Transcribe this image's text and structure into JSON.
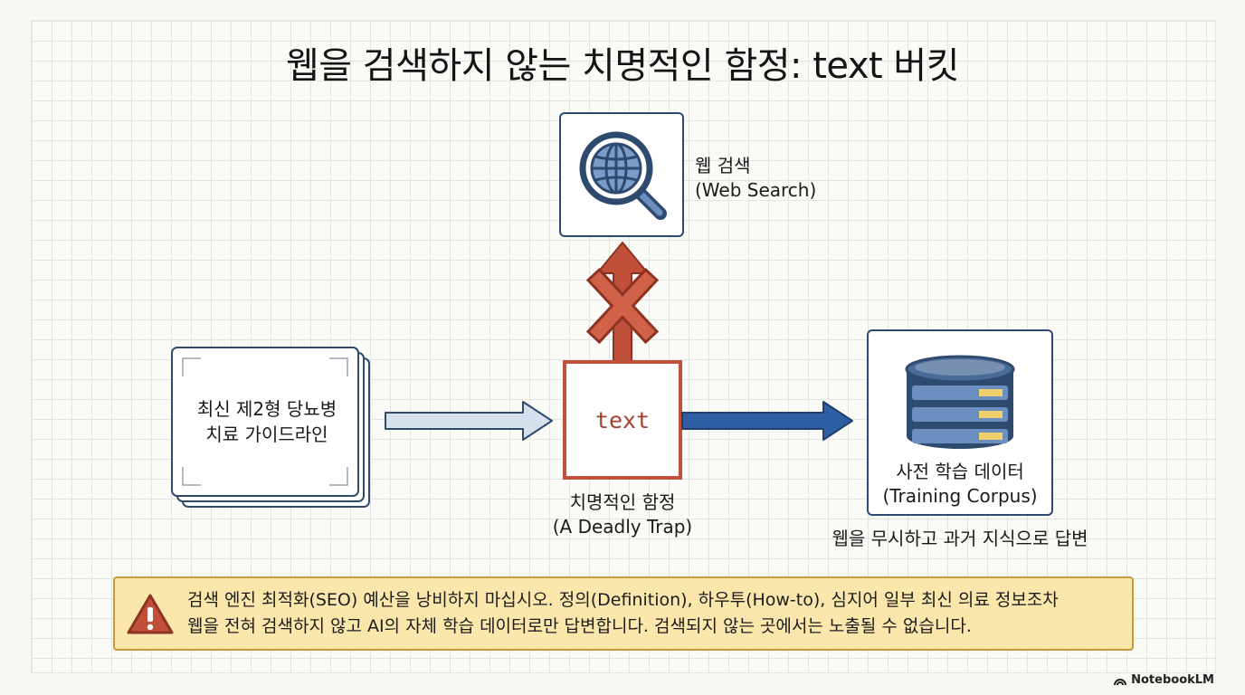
{
  "title": "웹을 검색하지 않는 치명적인 함정: text 버킷",
  "web_search": {
    "label_ko": "웹 검색",
    "label_en": "(Web Search)",
    "icon": "magnifier-globe-icon"
  },
  "source_doc": {
    "line1": "최신 제2형 당뇨병",
    "line2": "치료 가이드라인"
  },
  "trap": {
    "box_text": "text",
    "label_ko": "치명적인 함정",
    "label_en": "(A Deadly Trap)"
  },
  "corpus": {
    "label_ko": "사전 학습 데이터",
    "label_en": "(Training Corpus)",
    "caption": "웹을 무시하고 과거 지식으로 답변",
    "icon": "database-icon"
  },
  "warning": {
    "icon": "warning-triangle-icon",
    "line1": "검색 엔진 최적화(SEO) 예산을 낭비하지 마십시오. 정의(Definition), 하우투(How-to), 심지어 일부 최신 의료 정보조차",
    "line2": "웹을 전혀 검색하지 않고 AI의 자체 학습 데이터로만 답변합니다. 검색되지 않는 곳에서는 노출될 수 없습니다."
  },
  "brand": "NotebookLM",
  "colors": {
    "navy": "#2e4a6e",
    "blue_arrow": "#2f5fa3",
    "red": "#c0503a",
    "warning_bg": "#fbe6ab"
  }
}
